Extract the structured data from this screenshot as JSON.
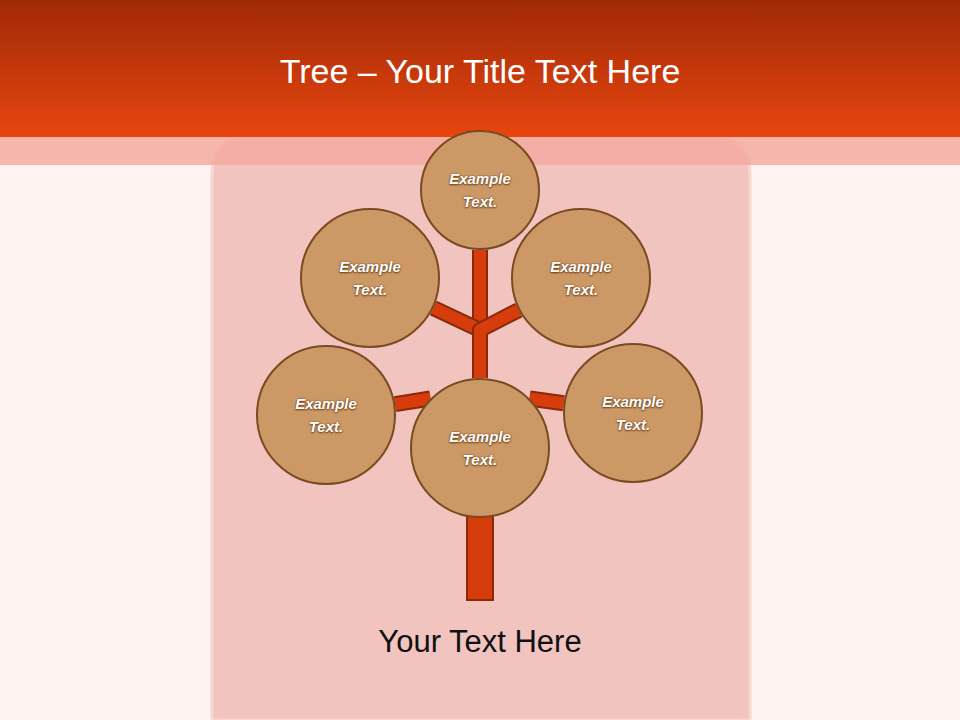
{
  "diagram": {
    "title": "Tree – Your Title Text Here",
    "nodes": [
      {
        "text": [
          "Example Text."
        ]
      },
      {
        "text": [
          "Example Text."
        ]
      },
      {
        "text": [
          "Example Text."
        ]
      },
      {
        "text": [
          "Example Text."
        ]
      },
      {
        "text": [
          "Example Text."
        ]
      },
      {
        "text": [
          "Example Text."
        ]
      }
    ],
    "edges": [
      {
        "from": 4,
        "to": 0,
        "arrow": "none"
      },
      {
        "from": 4,
        "to": 1,
        "arrow": "none"
      },
      {
        "from": 4,
        "to": 2,
        "arrow": "none"
      },
      {
        "from": 4,
        "to": 3,
        "arrow": "none"
      },
      {
        "from": 4,
        "to": 5,
        "arrow": "none"
      }
    ],
    "labels": [
      "Your Text Here"
    ]
  }
}
